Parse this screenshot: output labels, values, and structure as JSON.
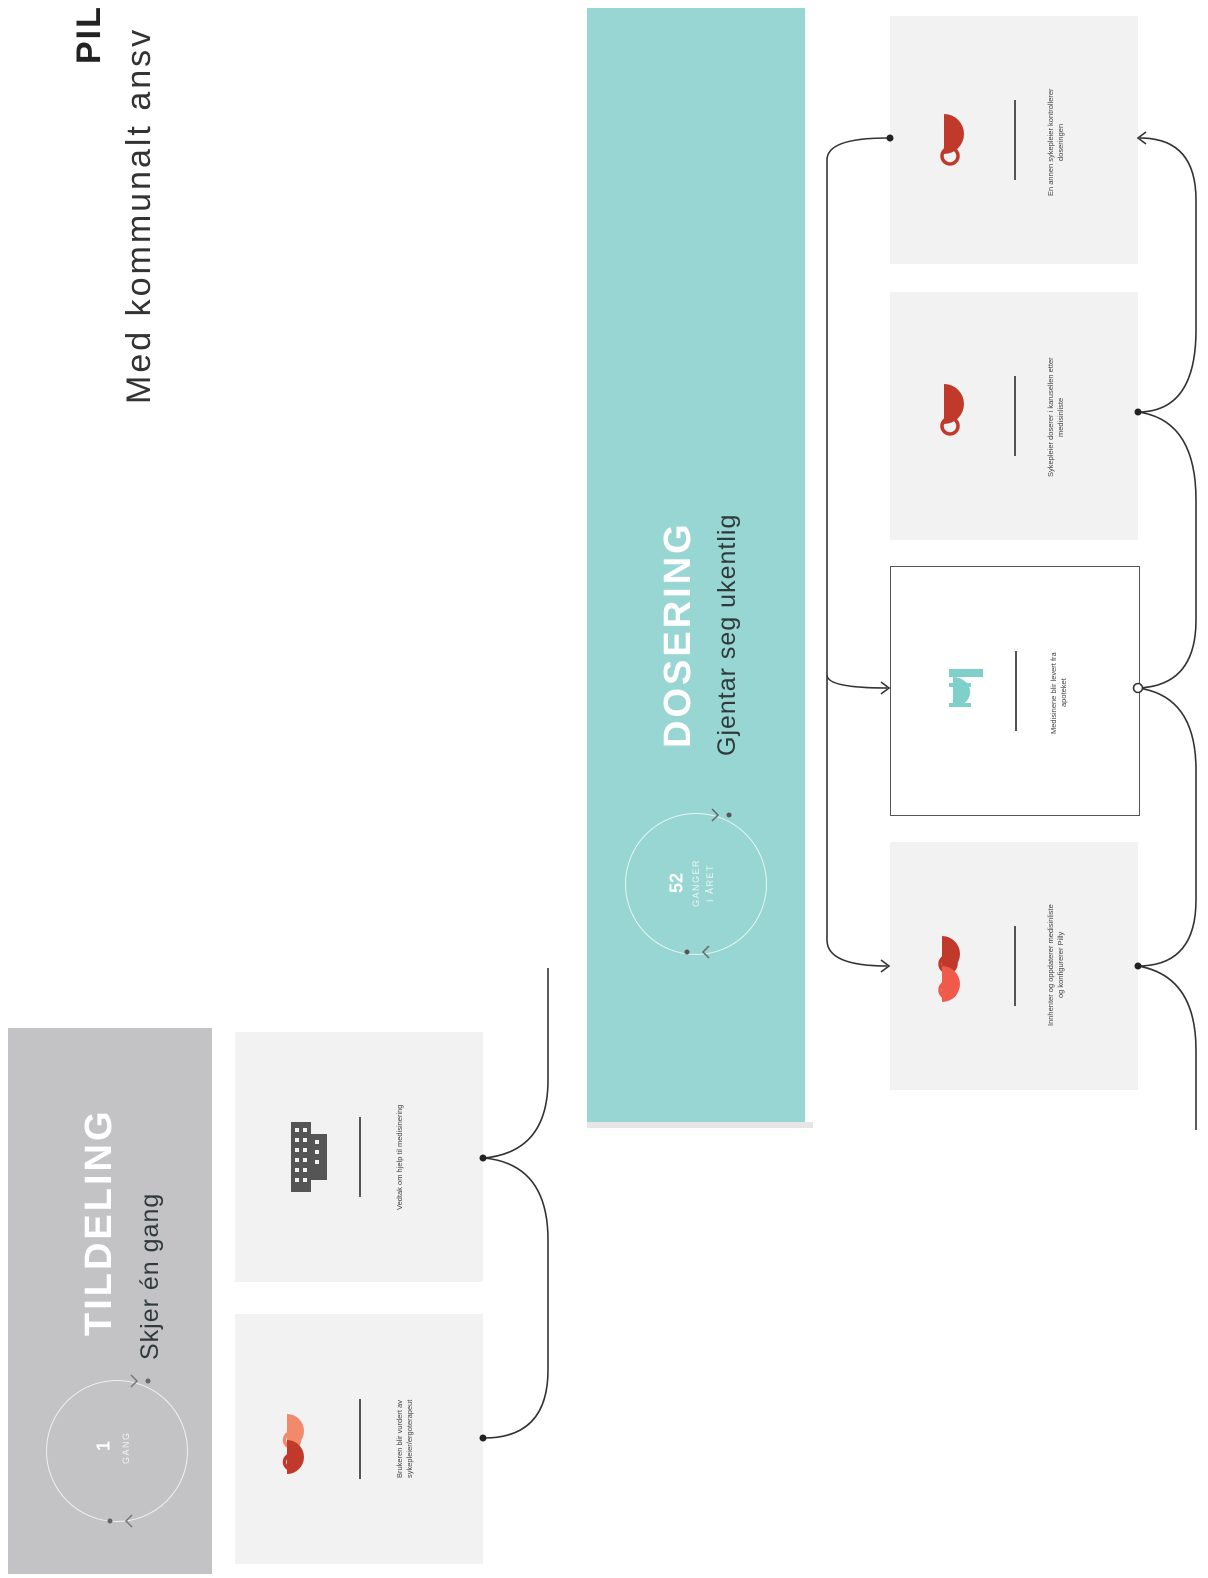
{
  "header": {
    "title": "PIL",
    "subtitle": "Med kommunalt ansv"
  },
  "phases": {
    "tildeling": {
      "title": "TILDELING",
      "subtitle": "Skjer én gang",
      "cycle_number": "1",
      "cycle_unit": "GANG",
      "color": "#c3c3c5"
    },
    "dosering": {
      "title": "DOSERING",
      "subtitle": "Gjentar seg ukentlig",
      "cycle_number": "52",
      "cycle_unit_line1": "GANGER",
      "cycle_unit_line2": "I ÅRET",
      "color": "#98d6d3"
    }
  },
  "steps": {
    "tildeling": [
      {
        "icon": "two-people-icon",
        "text": "Brukeren blir vurdert av sykepleier/ergoterapeut"
      },
      {
        "icon": "building-icon",
        "text": "Vedtak om hjelp til medisinering"
      }
    ],
    "dosering": [
      {
        "icon": "two-people-icon",
        "text": "Innhenter og oppdaterer medisinliste og konfigurerer Pilly"
      },
      {
        "icon": "delivery-icon",
        "text": "Medisinene blir levert fra apoteket"
      },
      {
        "icon": "person-icon",
        "text": "Sykepleier doserer i karusellen etter medisinliste"
      },
      {
        "icon": "person-icon",
        "text": "En annen sykepleier kontrollerer doseringen"
      }
    ]
  },
  "colors": {
    "person_red": "#c0392b",
    "person_light": "#f08a6a",
    "delivery_teal": "#7fcfcb",
    "building_gray": "#555555",
    "card_bg": "#f2f2f2"
  }
}
